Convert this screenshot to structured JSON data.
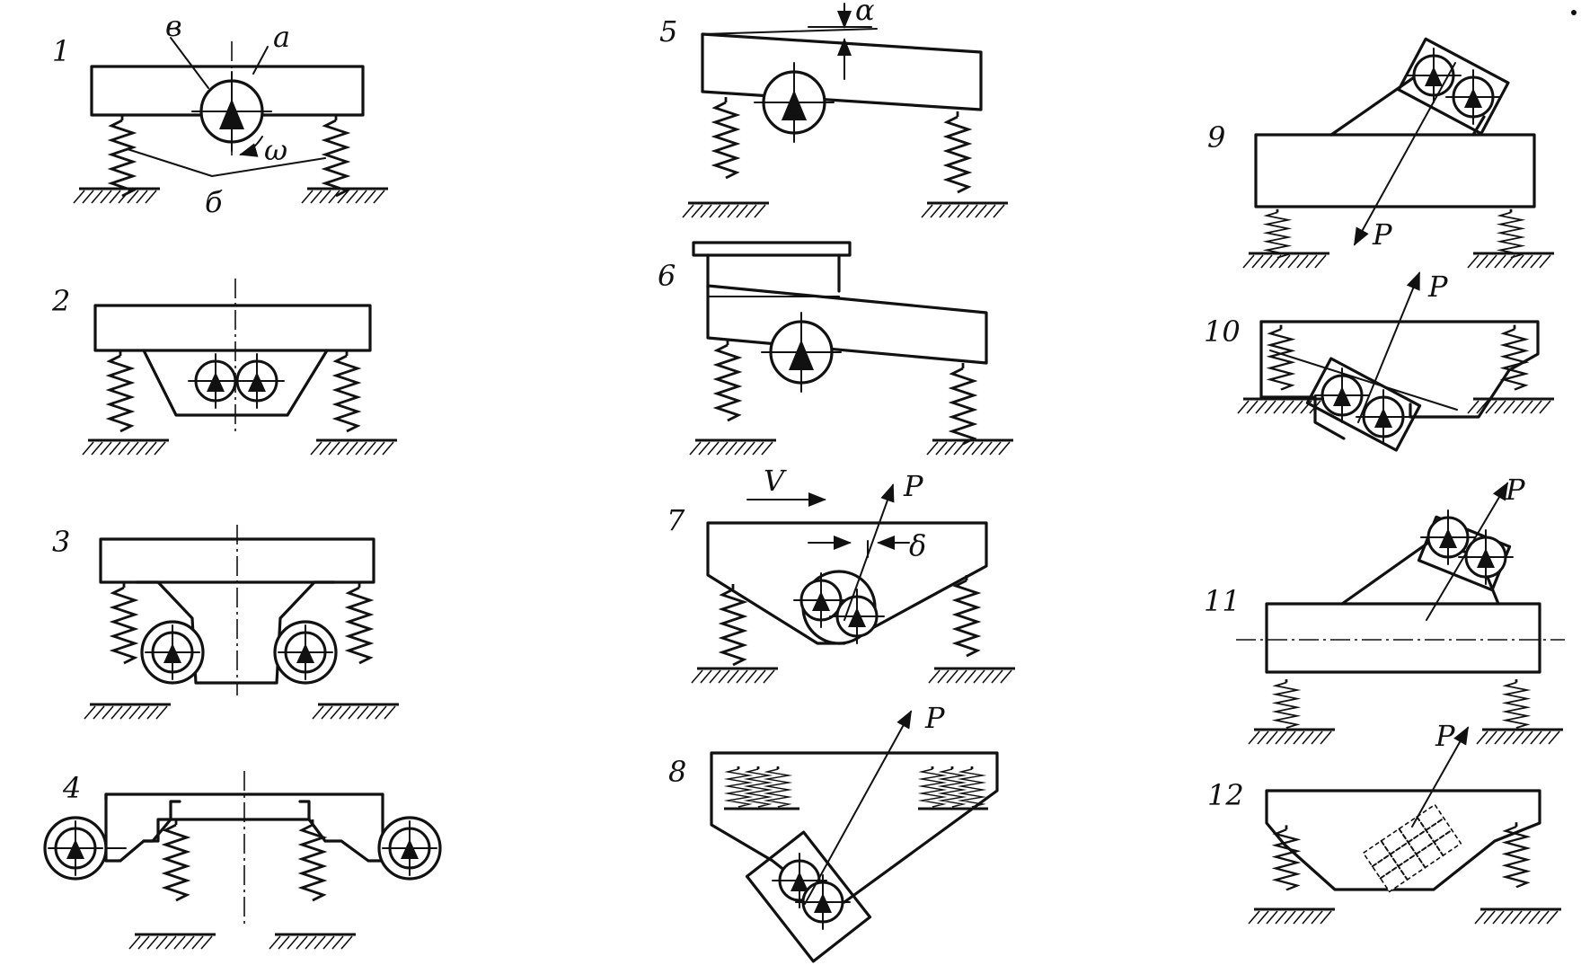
{
  "diagrams": [
    {
      "id": "1",
      "label": "1",
      "letters": {
        "a": "a",
        "b": "б",
        "c": "в",
        "omega": "ω"
      }
    },
    {
      "id": "2",
      "label": "2"
    },
    {
      "id": "3",
      "label": "3"
    },
    {
      "id": "4",
      "label": "4"
    },
    {
      "id": "5",
      "label": "5",
      "letters": {
        "alpha": "α"
      }
    },
    {
      "id": "6",
      "label": "6"
    },
    {
      "id": "7",
      "label": "7",
      "letters": {
        "V": "V",
        "P": "P",
        "delta": "δ"
      }
    },
    {
      "id": "8",
      "label": "8",
      "letters": {
        "P": "P"
      }
    },
    {
      "id": "9",
      "label": "9",
      "letters": {
        "P": "P"
      }
    },
    {
      "id": "10",
      "label": "10",
      "letters": {
        "P": "P"
      }
    },
    {
      "id": "11",
      "label": "11",
      "letters": {
        "P": "P"
      }
    },
    {
      "id": "12",
      "label": "12",
      "letters": {
        "P": "P"
      }
    }
  ]
}
